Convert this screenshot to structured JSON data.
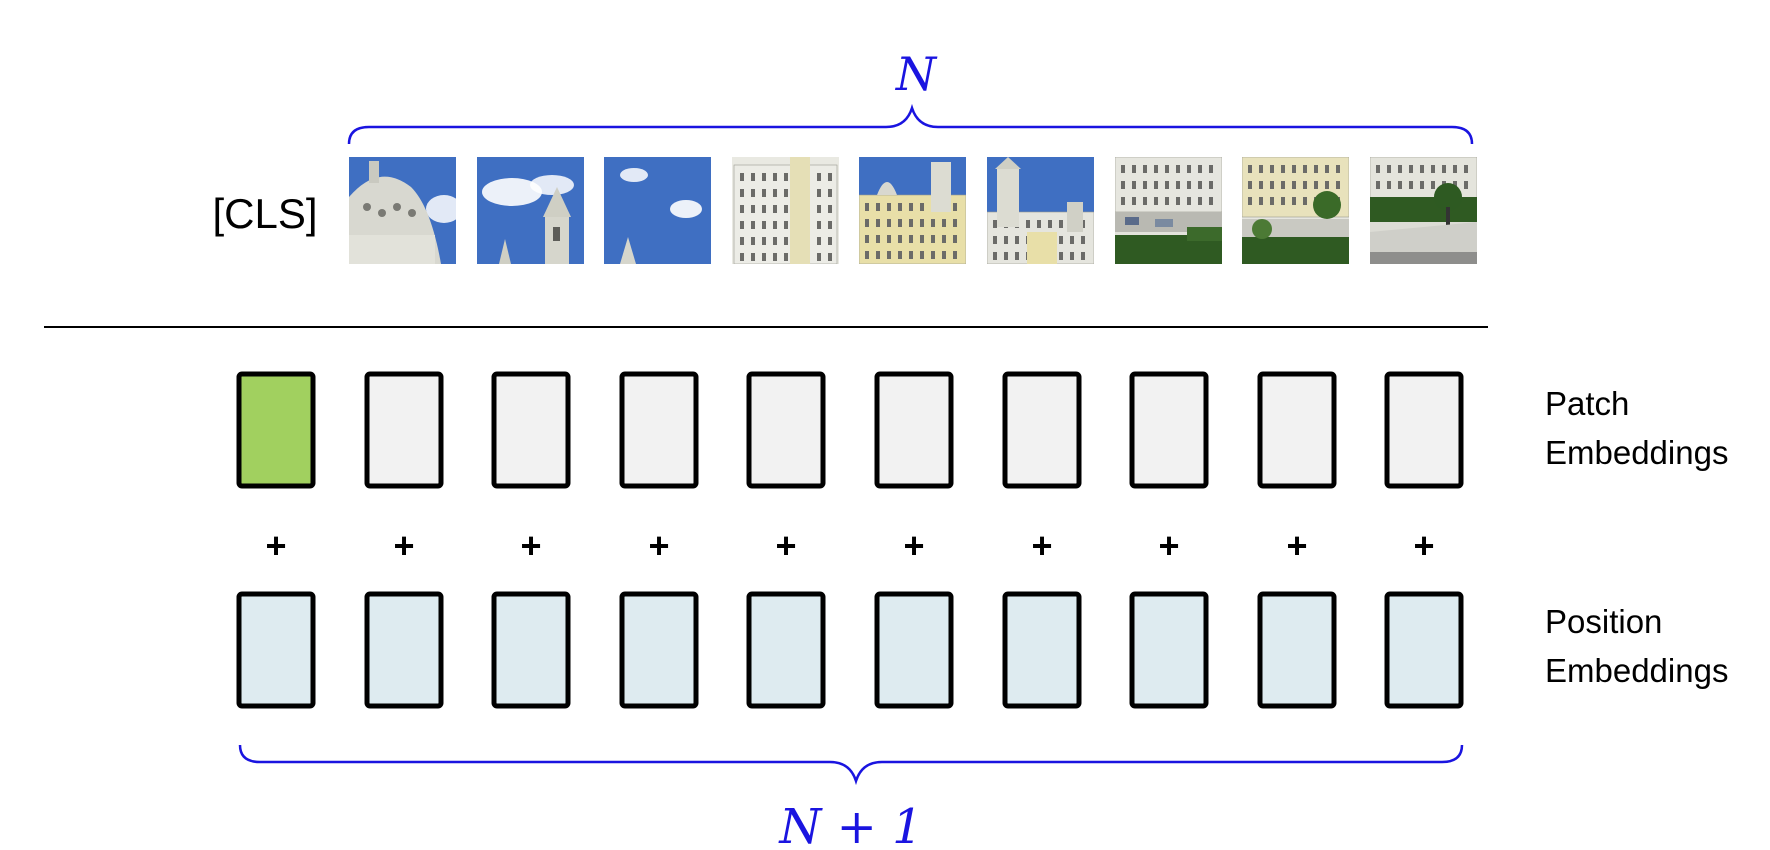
{
  "top_brace_label": "N",
  "bottom_brace_label": "N + 1",
  "cls_label": "[CLS]",
  "patch_embeddings_label": [
    "Patch",
    "Embeddings"
  ],
  "position_embeddings_label": [
    "Position",
    "Embeddings"
  ],
  "plus_symbol": "+",
  "patch_count": 9,
  "token_count": 10,
  "colors": {
    "brace": "#1a14e0",
    "cls_token": "#a1d05f",
    "patch_token": "#f2f2f2",
    "position_token": "#deebf0",
    "stroke": "#000000",
    "sky": "#3f6fc2",
    "stone": "#d8d8d0",
    "facade_yellow": "#e8dfa8",
    "hedge": "#2f5a22"
  },
  "patch_images": [
    "dome-sky-patch",
    "tower-clouds-patch",
    "sky-spire-patch",
    "white-facade-patch",
    "yellow-facade-patch",
    "towers-facade-patch",
    "street-hedges-patch",
    "palace-gardens-patch",
    "garden-path-patch"
  ]
}
